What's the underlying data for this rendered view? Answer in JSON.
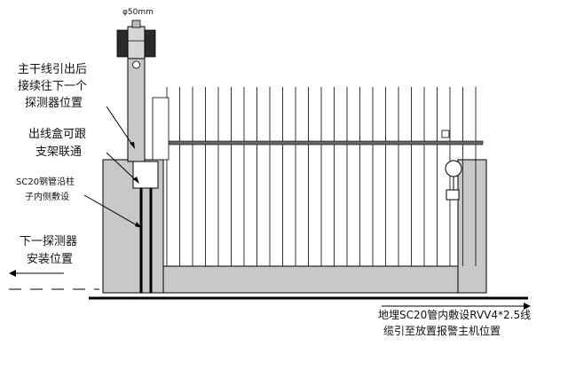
{
  "labels": {
    "pipe_diameter": "φ50mm",
    "trunk_line_line1": "主干线引出后",
    "trunk_line_line2": "接续往下一个",
    "trunk_line_line3": "探测器位置",
    "outlet_box_line1": "出线盒可跟",
    "outlet_box_line2": "支架联通",
    "sc20_line1": "SC20钢管沿柱",
    "sc20_line2": "子内侧敷设",
    "next_detector_line1": "下一探测器",
    "next_detector_line2": "安装位置",
    "buried_line1": "地埋SC20管内敷设RVV4*2.5线",
    "buried_line2": "缆引至放置报警主机位置"
  },
  "colors": {
    "pillar_gray": "#c8c8c8",
    "detector_dark": "#2a2a2a",
    "line": "#000000",
    "background": "#ffffff"
  }
}
